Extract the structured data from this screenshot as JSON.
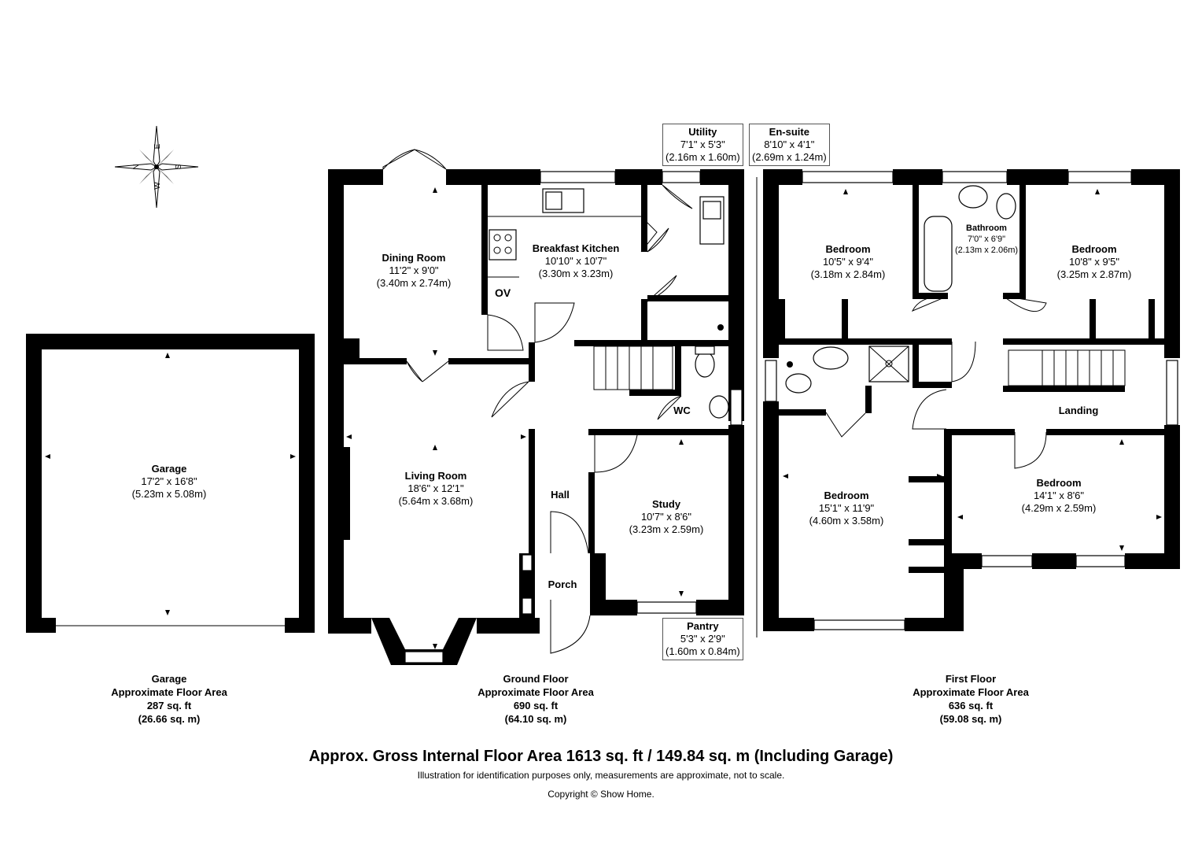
{
  "compass": {
    "n": "N",
    "e": "E",
    "s": "S",
    "w": "W"
  },
  "garage": {
    "name": "Garage",
    "imperial": "17'2\" x 16'8\"",
    "metric": "(5.23m x 5.08m)"
  },
  "dining_room": {
    "name": "Dining Room",
    "imperial": "11'2\" x 9'0\"",
    "metric": "(3.40m x 2.74m)"
  },
  "breakfast_kitchen": {
    "name": "Breakfast Kitchen",
    "imperial": "10'10\" x 10'7\"",
    "metric": "(3.30m x 3.23m)"
  },
  "oven_label": "OV",
  "utility": {
    "name": "Utility",
    "imperial": "7'1\" x 5'3\"",
    "metric": "(2.16m x 1.60m)"
  },
  "ensuite": {
    "name": "En-suite",
    "imperial": "8'10\" x 4'1\"",
    "metric": "(2.69m x 1.24m)"
  },
  "living_room": {
    "name": "Living Room",
    "imperial": "18'6\" x 12'1\"",
    "metric": "(5.64m x 3.68m)"
  },
  "hall": {
    "name": "Hall"
  },
  "wc": {
    "name": "WC"
  },
  "study": {
    "name": "Study",
    "imperial": "10'7\" x 8'6\"",
    "metric": "(3.23m x 2.59m)"
  },
  "porch": {
    "name": "Porch"
  },
  "pantry": {
    "name": "Pantry",
    "imperial": "5'3\" x 2'9\"",
    "metric": "(1.60m x 0.84m)"
  },
  "bedroom_1": {
    "name": "Bedroom",
    "imperial": "10'5\" x 9'4\"",
    "metric": "(3.18m x 2.84m)"
  },
  "bathroom": {
    "name": "Bathroom",
    "imperial": "7'0\" x 6'9\"",
    "metric": "(2.13m x 2.06m)"
  },
  "bedroom_2": {
    "name": "Bedroom",
    "imperial": "10'8\" x 9'5\"",
    "metric": "(3.25m x 2.87m)"
  },
  "landing": {
    "name": "Landing"
  },
  "bedroom_3": {
    "name": "Bedroom",
    "imperial": "15'1\" x 11'9\"",
    "metric": "(4.60m x 3.58m)"
  },
  "bedroom_4": {
    "name": "Bedroom",
    "imperial": "14'1\" x 8'6\"",
    "metric": "(4.29m x 2.59m)"
  },
  "floor_areas": {
    "garage": {
      "line1": "Garage",
      "line2": "Approximate Floor Area",
      "line3": "287 sq. ft",
      "line4": "(26.66 sq. m)"
    },
    "ground": {
      "line1": "Ground Floor",
      "line2": "Approximate Floor Area",
      "line3": "690 sq. ft",
      "line4": "(64.10 sq. m)"
    },
    "first": {
      "line1": "First Floor",
      "line2": "Approximate Floor Area",
      "line3": "636 sq. ft",
      "line4": "(59.08 sq. m)"
    }
  },
  "footer": {
    "title": "Approx. Gross Internal Floor Area 1613 sq. ft / 149.84 sq. m (Including Garage)",
    "disclaimer": "Illustration for identification purposes only, measurements are approximate, not to scale.",
    "copyright": "Copyright © Show Home."
  }
}
